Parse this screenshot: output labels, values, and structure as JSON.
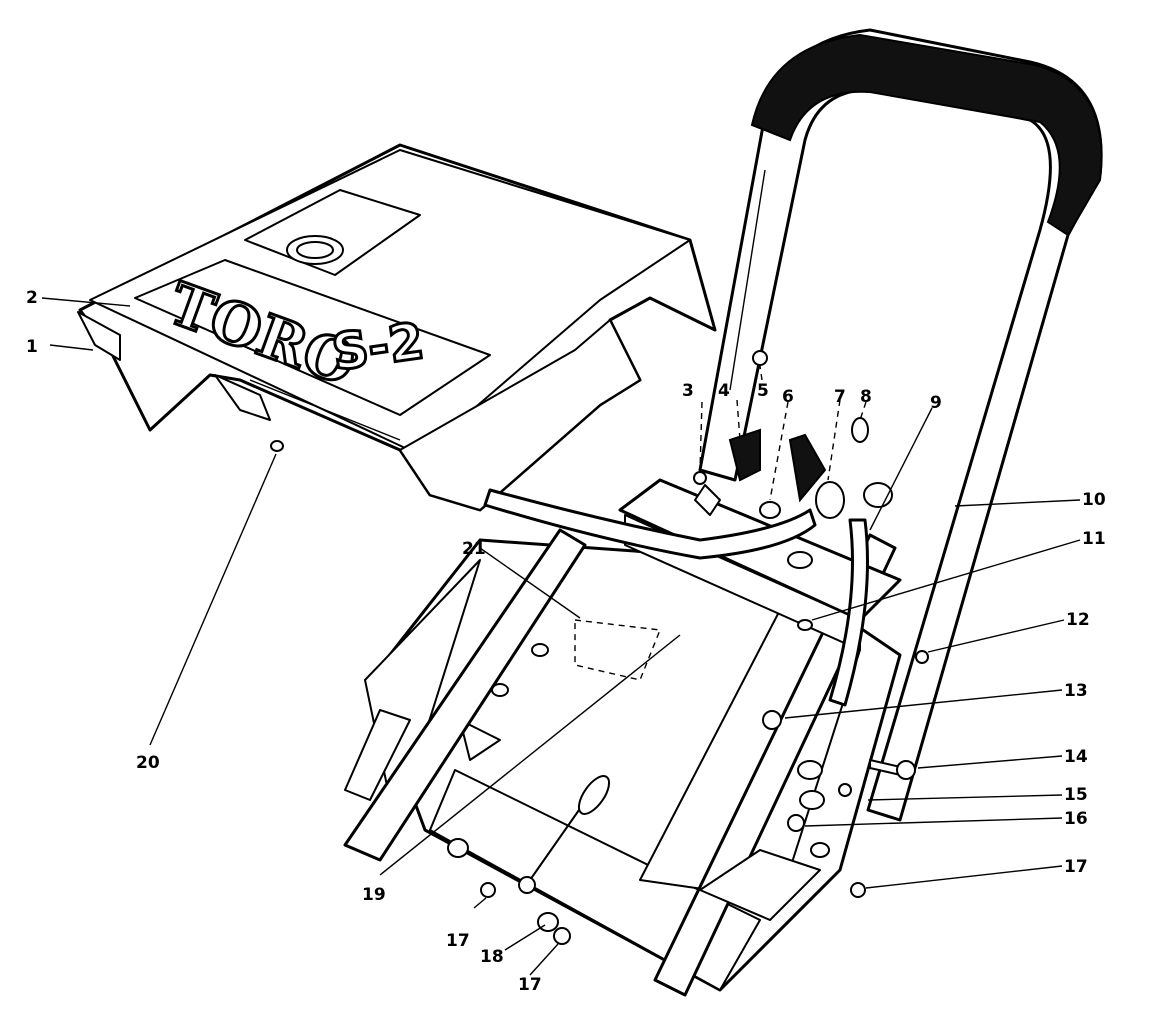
{
  "logo": {
    "brand": "TORO",
    "model": "S-2"
  },
  "callouts": [
    {
      "id": "1",
      "text": "1"
    },
    {
      "id": "2",
      "text": "2"
    },
    {
      "id": "3",
      "text": "3"
    },
    {
      "id": "4",
      "text": "4"
    },
    {
      "id": "5",
      "text": "5"
    },
    {
      "id": "6",
      "text": "6"
    },
    {
      "id": "7",
      "text": "7"
    },
    {
      "id": "8",
      "text": "8"
    },
    {
      "id": "9",
      "text": "9"
    },
    {
      "id": "10",
      "text": "10"
    },
    {
      "id": "11",
      "text": "11"
    },
    {
      "id": "12",
      "text": "12"
    },
    {
      "id": "13",
      "text": "13"
    },
    {
      "id": "14",
      "text": "14"
    },
    {
      "id": "15",
      "text": "15"
    },
    {
      "id": "16",
      "text": "16"
    },
    {
      "id": "17a",
      "text": "17"
    },
    {
      "id": "17b",
      "text": "17"
    },
    {
      "id": "17c",
      "text": "17"
    },
    {
      "id": "18",
      "text": "18"
    },
    {
      "id": "19",
      "text": "19"
    },
    {
      "id": "20",
      "text": "20"
    },
    {
      "id": "21",
      "text": "21"
    }
  ]
}
